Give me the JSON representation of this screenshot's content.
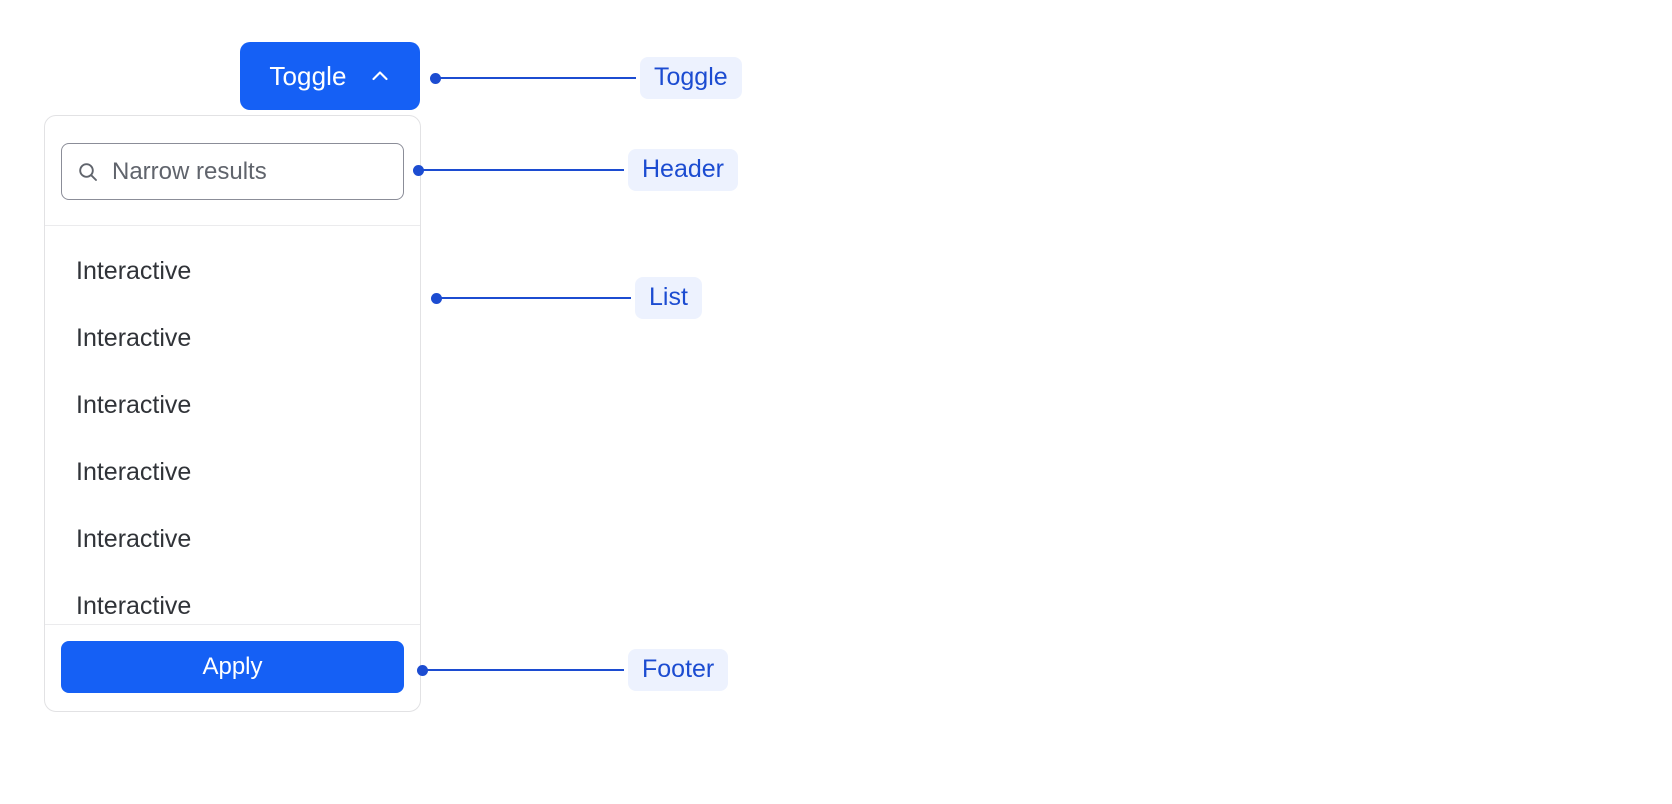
{
  "toggle": {
    "label": "Toggle",
    "icon": "chevron-up-icon",
    "color": "#1560F5"
  },
  "dropdown": {
    "header": {
      "search": {
        "icon": "search-icon",
        "placeholder": "Narrow results",
        "value": ""
      }
    },
    "list": {
      "items": [
        {
          "label": "Interactive"
        },
        {
          "label": "Interactive"
        },
        {
          "label": "Interactive"
        },
        {
          "label": "Interactive"
        },
        {
          "label": "Interactive"
        },
        {
          "label": "Interactive"
        }
      ]
    },
    "footer": {
      "apply_label": "Apply",
      "apply_color": "#1560F5"
    }
  },
  "annotations": {
    "badge_bg": "#EDF2FE",
    "badge_fg": "#1C4CD1",
    "items": [
      {
        "label": "Toggle",
        "target": "toggle-button"
      },
      {
        "label": "Header",
        "target": "panel-header"
      },
      {
        "label": "List",
        "target": "panel-list"
      },
      {
        "label": "Footer",
        "target": "panel-footer"
      }
    ]
  }
}
